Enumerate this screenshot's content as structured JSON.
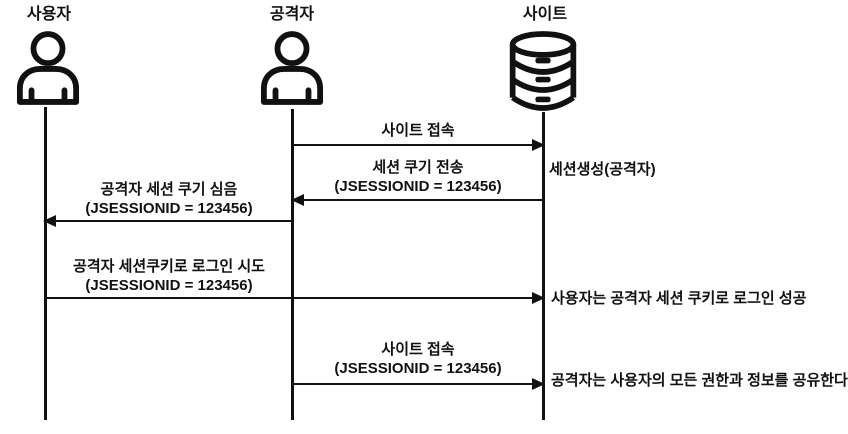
{
  "diagram": {
    "type": "sequence-diagram",
    "colors": {
      "line": "#111111",
      "text": "#111111",
      "background": "#ffffff"
    },
    "actors": [
      {
        "name": "사용자",
        "icon": "person-icon"
      },
      {
        "name": "공격자",
        "icon": "person-icon"
      },
      {
        "name": "사이트",
        "icon": "database-icon"
      }
    ],
    "messages": [
      {
        "from": "공격자",
        "to": "사이트",
        "label": "사이트 접속",
        "sublabel": ""
      },
      {
        "from": "사이트",
        "to": "공격자",
        "label": "세션 쿠기 전송",
        "sublabel": "(JSESSIONID = 123456)"
      },
      {
        "from": "공격자",
        "to": "사용자",
        "label": "공격자 세션 쿠기 심음",
        "sublabel": "(JSESSIONID = 123456)"
      },
      {
        "from": "사용자",
        "to": "사이트",
        "label": "공격자 세션쿠키로 로그인 시도",
        "sublabel": "(JSESSIONID = 123456)"
      },
      {
        "from": "공격자",
        "to": "사이트",
        "label": "사이트 접속",
        "sublabel": "(JSESSIONID = 123456)"
      }
    ],
    "annotations": [
      {
        "near": "사이트",
        "text": "세션생성(공격자)"
      },
      {
        "near": "사이트",
        "text": "사용자는 공격자 세션 쿠키로 로그인 성공"
      },
      {
        "near": "사이트",
        "text": "공격자는 사용자의 모든 권한과 정보를 공유한다"
      }
    ]
  }
}
